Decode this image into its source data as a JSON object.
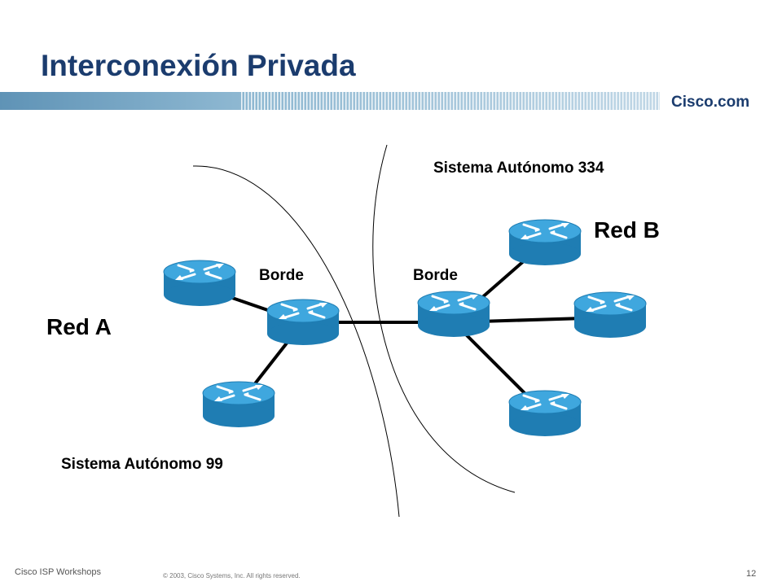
{
  "header": {
    "title": "Interconexión Privada",
    "brand": "Cisco.com",
    "accent_color": "#1b3c6e",
    "bar_color": "#6f9fbf"
  },
  "diagram": {
    "as_right_label": "Sistema Autónomo 334",
    "as_left_label": "Sistema Autónomo 99",
    "network_a_label": "Red A",
    "network_b_label": "Red B",
    "border_left_label": "Borde",
    "border_right_label": "Borde",
    "router_color": "#2a8fc4",
    "router_icon": "router-icon"
  },
  "footer": {
    "left": "Cisco ISP Workshops",
    "copyright": "© 2003, Cisco Systems, Inc. All rights reserved.",
    "page": "12"
  }
}
